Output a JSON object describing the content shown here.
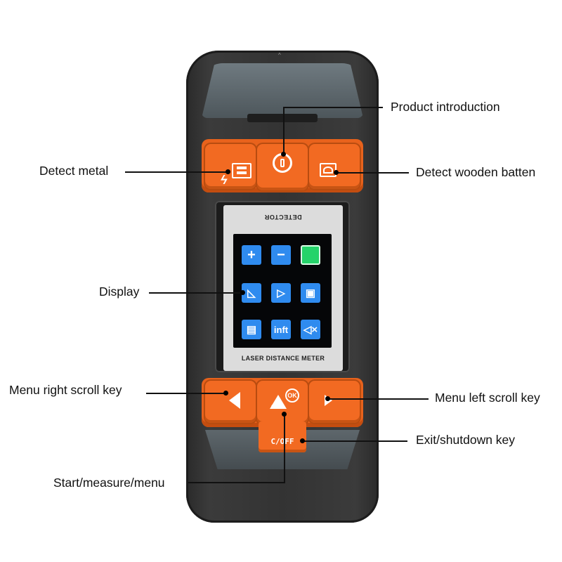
{
  "device": {
    "screen_title_top": "DETECTOR",
    "screen_title_bottom": "LASER DISTANCE METER",
    "button_coff": "C/OFF",
    "button_ok": "OK",
    "button_on": "ON",
    "lcd_icons": [
      "plus-icon",
      "minus-icon",
      "green-square-icon",
      "slope-icon",
      "laser-icon",
      "save-icon",
      "memory-icon",
      "unit-inft-icon",
      "mute-icon"
    ],
    "lcd_text_inft": "inft",
    "colors": {
      "orange": "#f26a22",
      "body": "#333333",
      "lcd_blue": "#2f8bef",
      "lcd_green": "#25d36a"
    }
  },
  "callouts": {
    "product_intro": "Product introduction",
    "detect_metal": "Detect metal",
    "detect_wood": "Detect wooden batten",
    "display": "Display",
    "menu_right": "Menu right scroll key",
    "menu_left": "Menu left scroll key",
    "exit": "Exit/shutdown key",
    "start": "Start/measure/menu"
  }
}
